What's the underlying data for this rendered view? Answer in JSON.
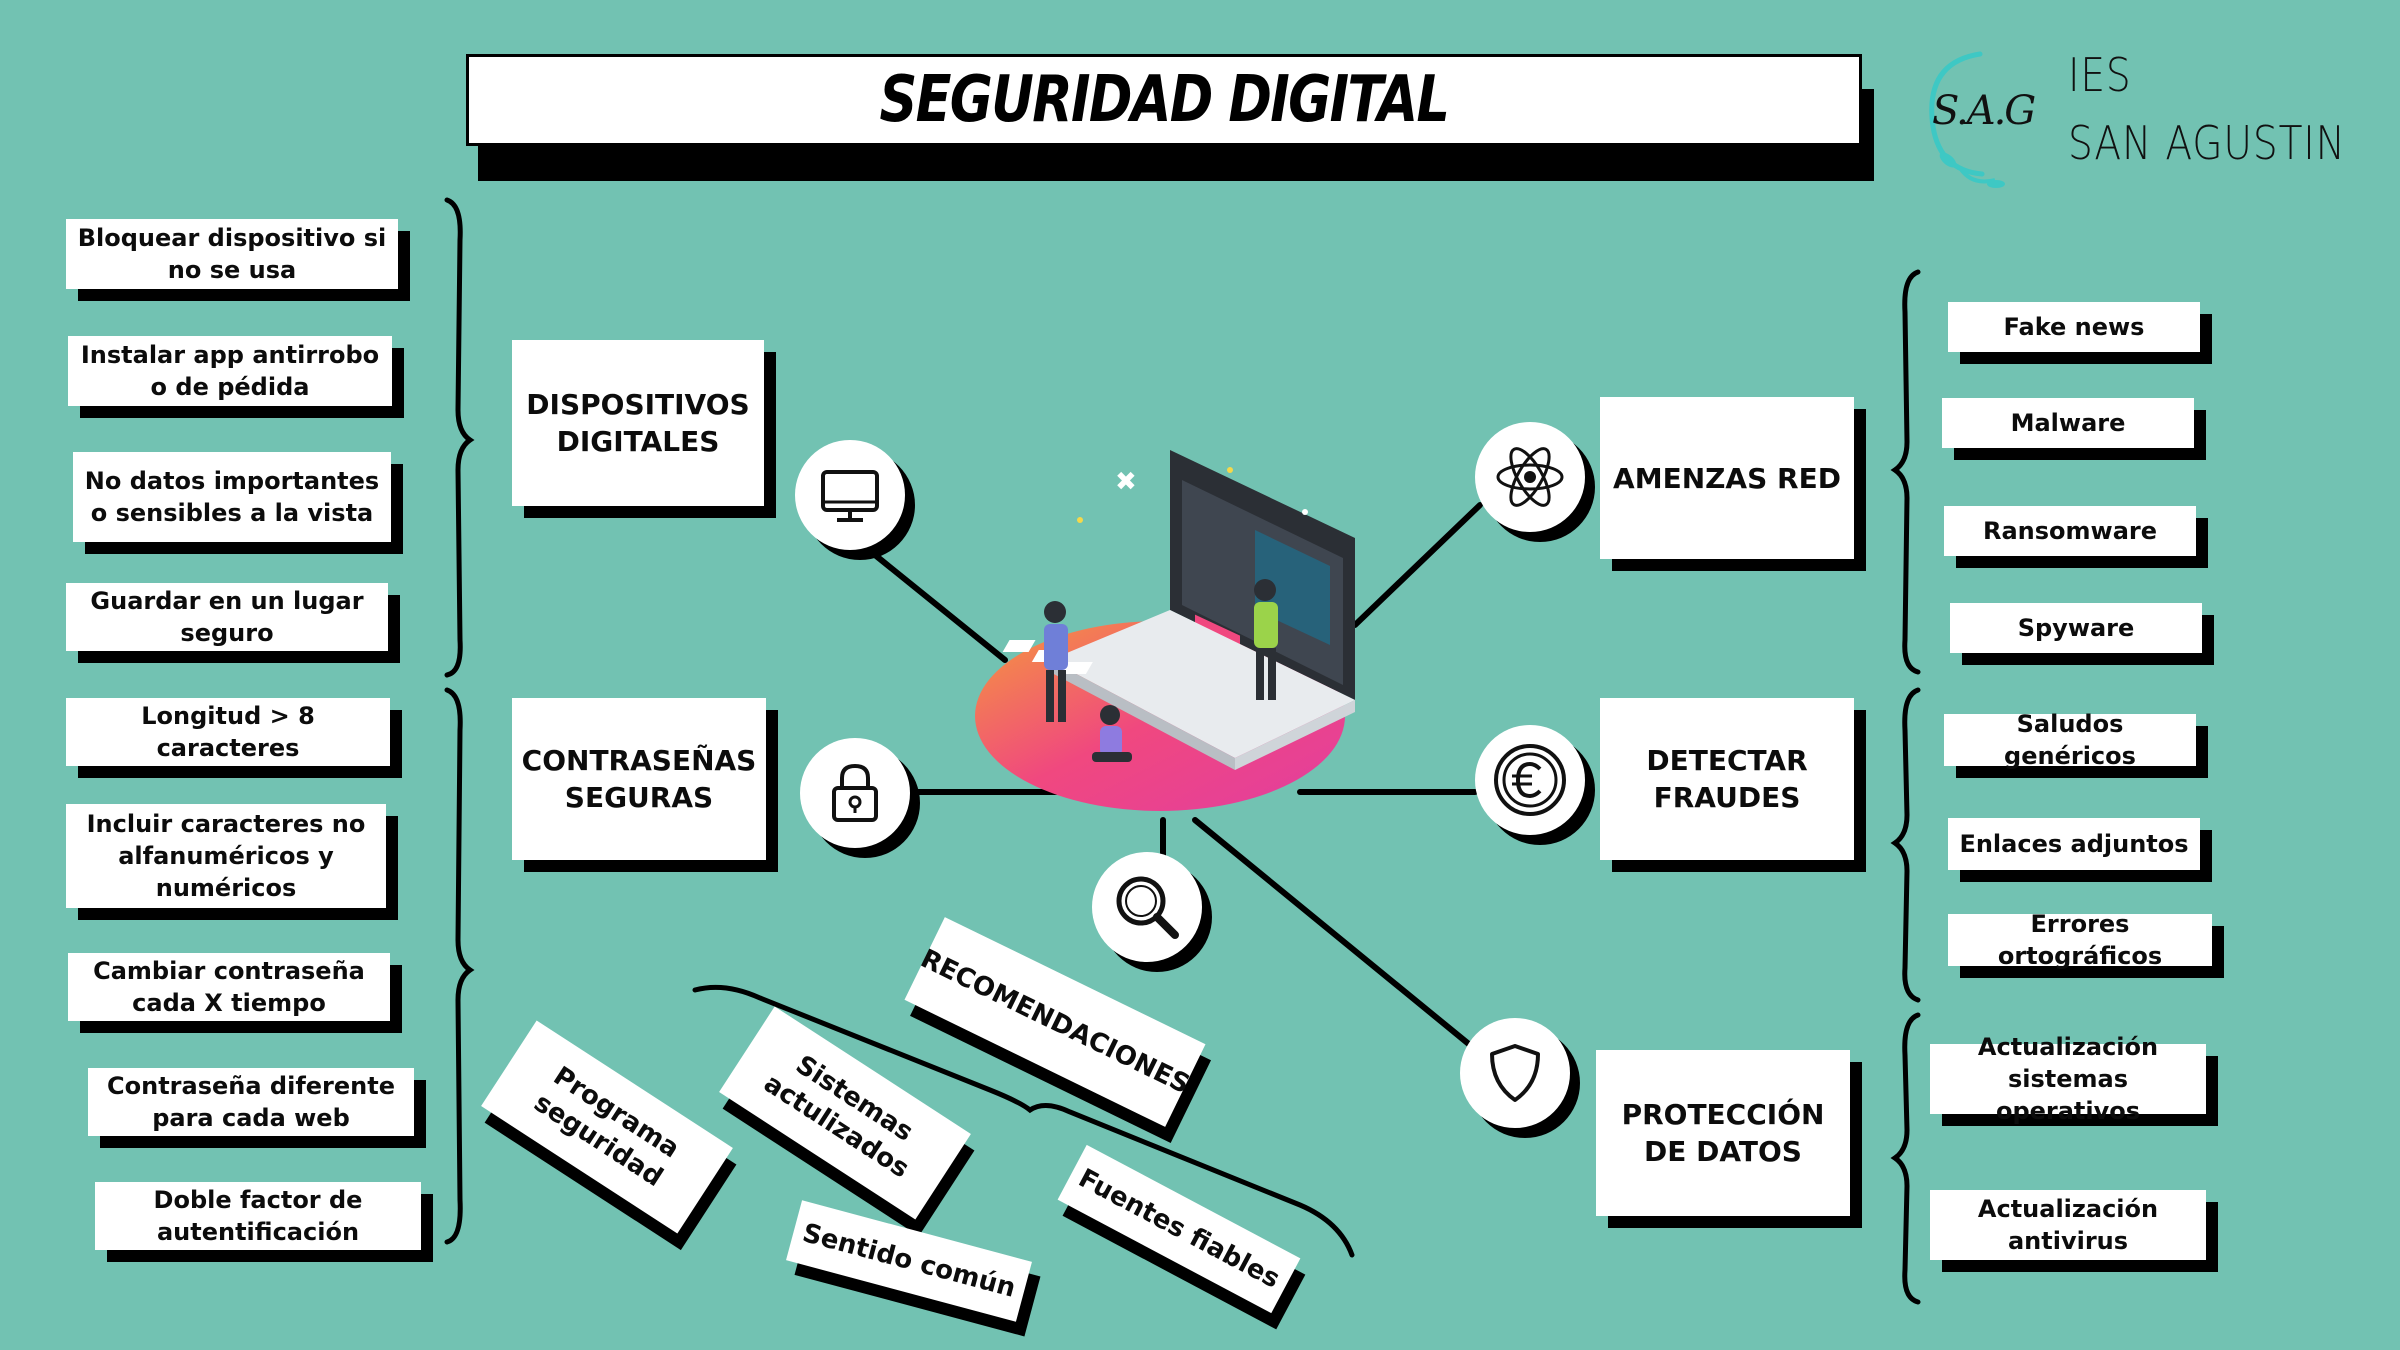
{
  "title": "SEGURIDAD DIGITAL",
  "logo": {
    "monogram": "S.A.G",
    "line1": "IES",
    "line2": "SAN AGUSTIN"
  },
  "hubs": {
    "dispositivos": "DISPOSITIVOS DIGITALES",
    "contrasenas": "CONTRASEÑAS SEGURAS",
    "amenazas": "AMENZAS RED",
    "fraudes": "DETECTAR FRAUDES",
    "proteccion": "PROTECCIÓN DE DATOS",
    "recomendaciones": "RECOMENDACIONES"
  },
  "dispositivos_items": [
    "Bloquear  dispositivo si no se usa",
    "Instalar app antirrobo o de pédida",
    "No datos importantes o sensibles a la vista",
    "Guardar en un lugar seguro"
  ],
  "contrasenas_items": [
    "Longitud > 8 caracteres",
    "Incluir caracteres no alfanuméricos y numéricos",
    "Cambiar contraseña cada X tiempo",
    "Contraseña diferente para cada web",
    "Doble factor de autentificación"
  ],
  "amenazas_items": [
    "Fake news",
    "Malware",
    "Ransomware",
    "Spyware"
  ],
  "fraudes_items": [
    "Saludos genéricos",
    "Enlaces adjuntos",
    "Errores ortográficos"
  ],
  "proteccion_items": [
    "Actualización sistemas operativos",
    "Actualización antivirus"
  ],
  "recomendaciones_items": [
    "Programa seguridad",
    "Sistemas actulizados",
    "Sentido común",
    "Fuentes fiables"
  ],
  "icons": [
    "monitor-icon",
    "padlock-icon",
    "magnifier-icon",
    "atom-icon",
    "euro-icon",
    "shield-icon"
  ],
  "colors": {
    "background": "#72c2b2",
    "card": "#ffffff",
    "shadow": "#000000",
    "accent_pink": "#f0487f",
    "accent_orange": "#f59a3c"
  }
}
